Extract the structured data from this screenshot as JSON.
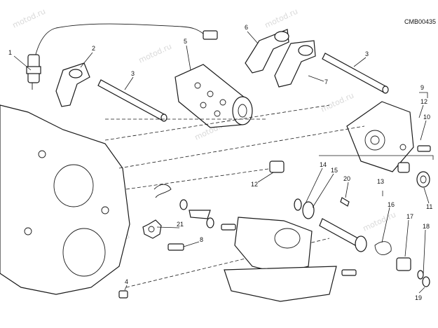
{
  "diagram_code": "CMB00435",
  "watermark": "motod.ru",
  "callouts": [
    "1",
    "2",
    "3",
    "5",
    "6",
    "7",
    "3",
    "9",
    "12",
    "10",
    "14",
    "15",
    "20",
    "13",
    "12",
    "11",
    "16",
    "21",
    "8",
    "17",
    "18",
    "4",
    "19"
  ]
}
